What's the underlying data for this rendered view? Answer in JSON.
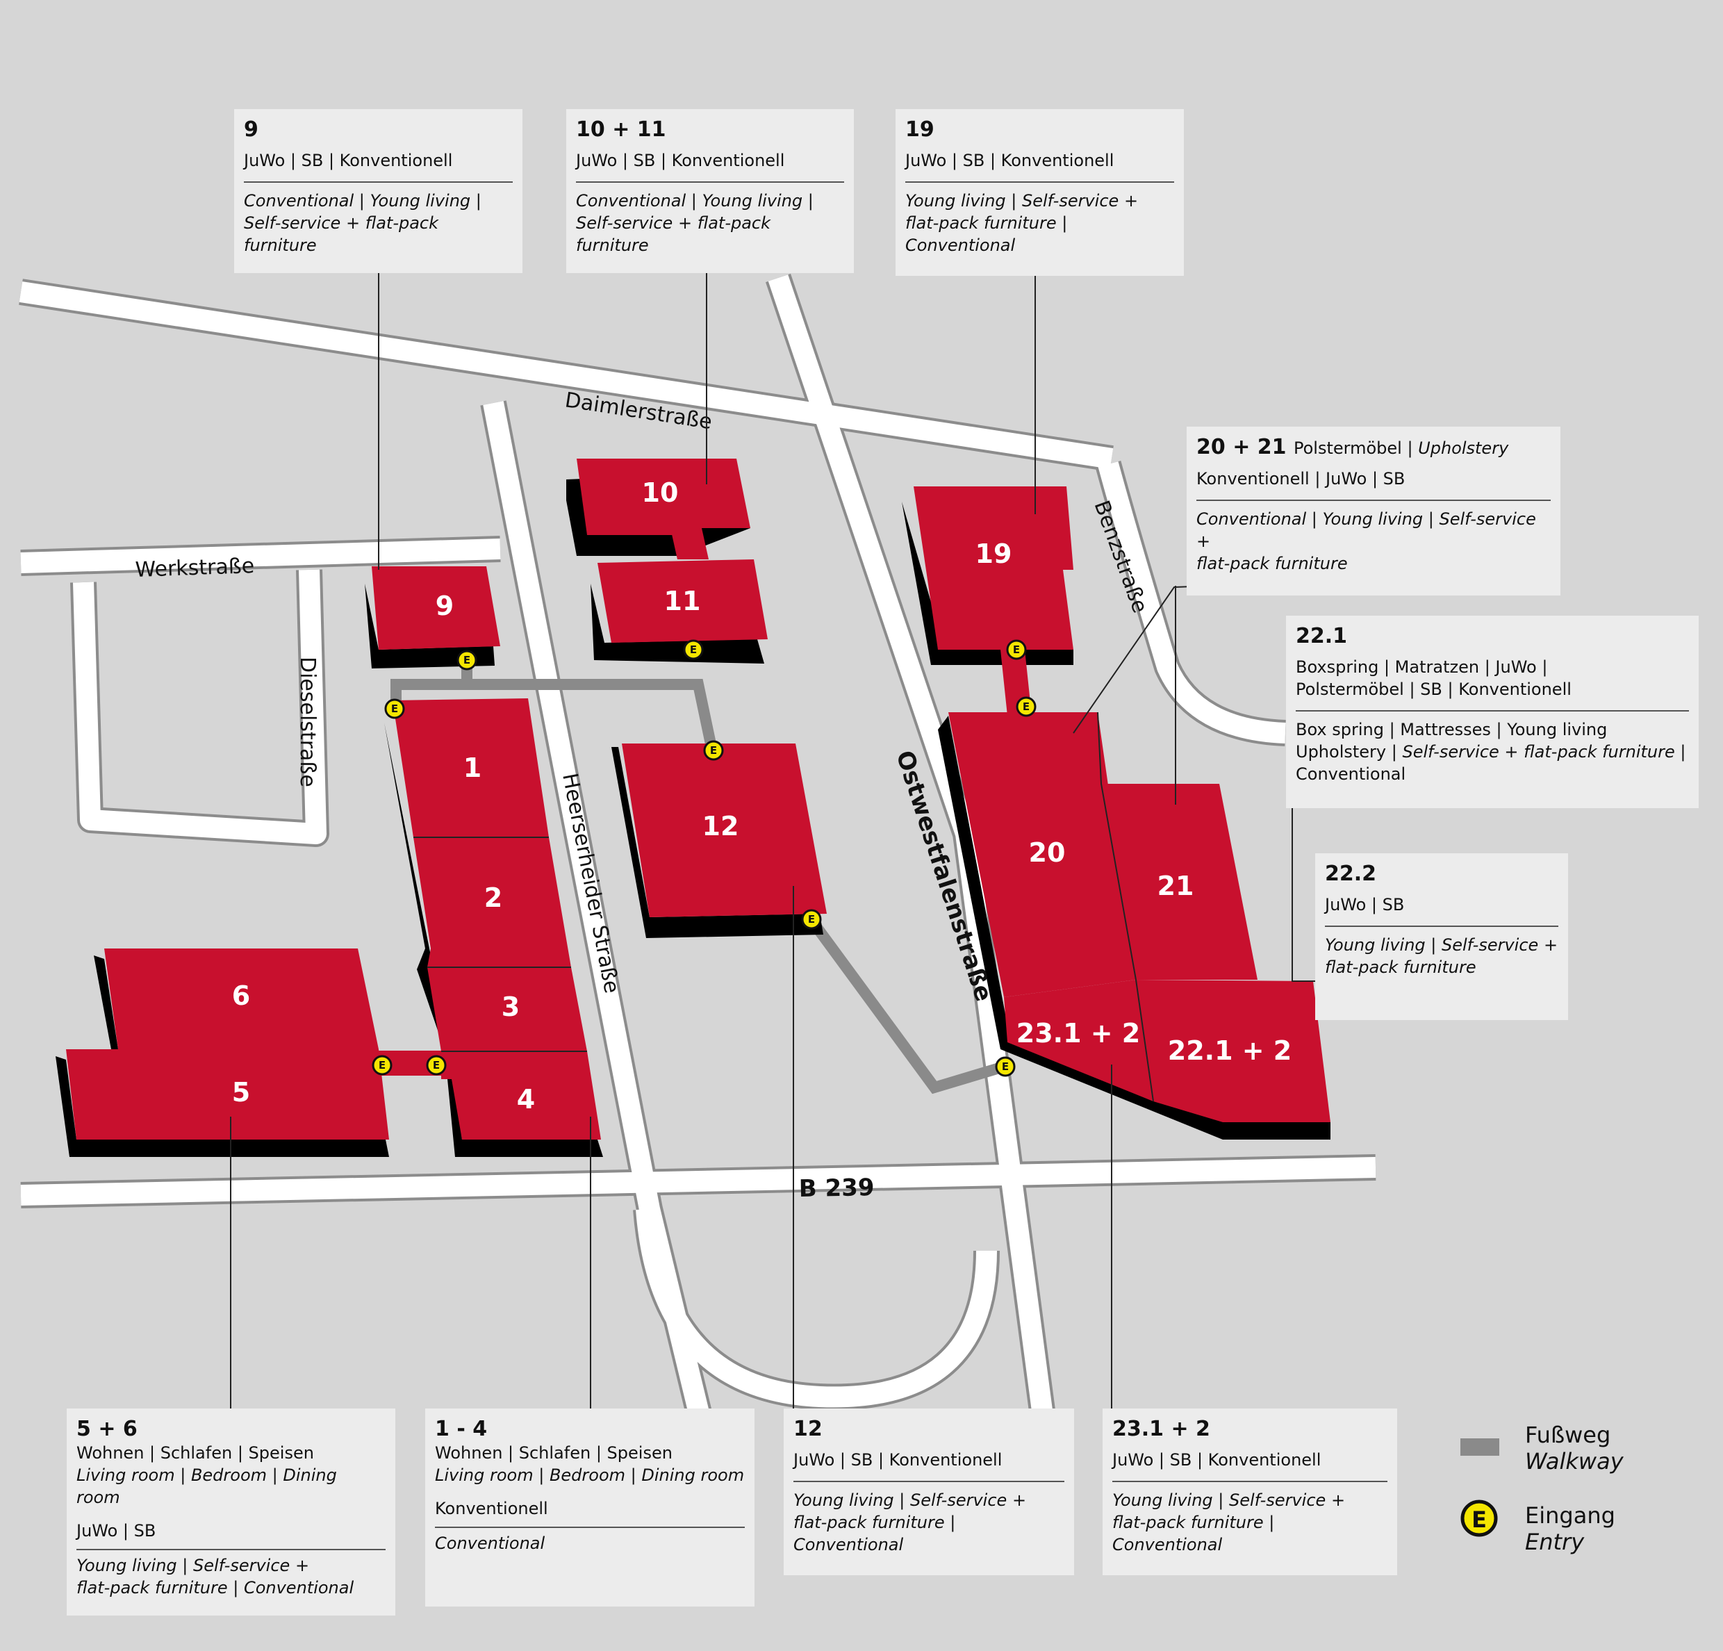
{
  "streets": {
    "daimler": "Daimlerstraße",
    "werk": "Werkstraße",
    "diesel": "Dieselstraße",
    "heerserheider": "Heerserheider Straße",
    "ostwestfalen": "Ostwestfalenstraße",
    "benz": "Benzstraße",
    "b239": "B 239"
  },
  "halls": {
    "h1": "1",
    "h2": "2",
    "h3": "3",
    "h4": "4",
    "h5": "5",
    "h6": "6",
    "h9": "9",
    "h10": "10",
    "h11": "11",
    "h12": "12",
    "h19": "19",
    "h20": "20",
    "h21": "21",
    "h231": "23.1 + 2",
    "h221": "22.1 + 2"
  },
  "entry_mark": "E",
  "colors": {
    "hall": "#c8102e",
    "walkway": "#8a8a8a",
    "entry": "#f5e600",
    "background": "#d6d6d6",
    "box": "#ececec"
  },
  "boxes": {
    "b9": {
      "num": "9",
      "de": "JuWo | SB | Konventionell",
      "en1": "Conventional | Young living |",
      "en2": "Self-service + flat-pack furniture"
    },
    "b1011": {
      "num": "10 + 11",
      "de": "JuWo | SB | Konventionell",
      "en1": "Conventional | Young living |",
      "en2": "Self-service + flat-pack furniture"
    },
    "b19": {
      "num": "19",
      "de": "JuWo | SB  | Konventionell",
      "en1": "Young living | Self-service +",
      "en2": "flat-pack furniture | Conventional"
    },
    "b2021": {
      "num": "20 + 21",
      "de_inline": "Polstermöbel | ",
      "en_inline": "Upholstery",
      "de": "Konventionell | JuWo | SB",
      "en1": "Conventional | Young living | Self-service +",
      "en2": "flat-pack furniture"
    },
    "b221": {
      "num": "22.1",
      "de1": "Boxspring | Matratzen | JuWo |",
      "de2": "Polstermöbel | SB | Konventionell",
      "en1a": "Box spring  | Mattresses | Young living",
      "en2a": "Upholstery | ",
      "en2b": "Self-service + flat-pack furniture",
      "en2c": " |",
      "en3a": "Conventional"
    },
    "b222": {
      "num": "22.2",
      "de": "JuWo | SB",
      "en1": "Young living | Self-service +",
      "en2": "flat-pack furniture"
    },
    "b56": {
      "num": "5 + 6",
      "de1": "Wohnen | Schlafen | Speisen",
      "en1": "Living room | Bedroom | Dining room",
      "de2": "JuWo | SB",
      "en2": "Young living | Self-service +",
      "en3": "flat-pack furniture | Conventional"
    },
    "b14": {
      "num": "1 - 4",
      "de1": "Wohnen | Schlafen | Speisen",
      "en1": "Living room | Bedroom | Dining room",
      "de2": "Konventionell",
      "en2": "Conventional"
    },
    "b12": {
      "num": "12",
      "de": "JuWo | SB | Konventionell",
      "en1": "Young living | Self-service +",
      "en2": "flat-pack furniture | Conventional"
    },
    "b231": {
      "num": "23.1 + 2",
      "de": "JuWo | SB | Konventionell",
      "en1": "Young living | Self-service +",
      "en2": "flat-pack furniture | Conventional"
    }
  },
  "legend": {
    "walkway_de": "Fußweg",
    "walkway_en": "Walkway",
    "entry_de": "Eingang",
    "entry_en": "Entry",
    "entry_symbol": "E"
  }
}
